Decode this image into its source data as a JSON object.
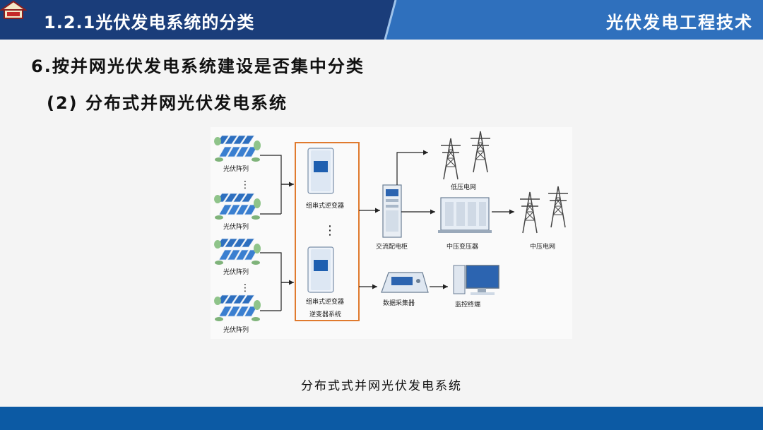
{
  "header": {
    "section_title": "1.2.1光伏发电系统的分类",
    "course_title": "光伏发电工程技术",
    "colors": {
      "dark_band": "#1a3d7a",
      "light_band": "#2f70bd"
    }
  },
  "content": {
    "heading": "6.按并网光伏发电系统建设是否集中分类",
    "subheading": "(2) 分布式并网光伏发电系统"
  },
  "diagram": {
    "pv_array_labels": [
      "光伏阵列",
      "光伏阵列",
      "光伏阵列",
      "光伏阵列"
    ],
    "inverter_labels": [
      "组串式逆变器",
      "组串式逆变器"
    ],
    "inverter_system_label": "逆变器系统",
    "ac_cabinet_label": "交流配电柜",
    "low_voltage_grid_label": "低压电网",
    "mv_transformer_label": "中压变压器",
    "mv_grid_label": "中压电网",
    "data_collector_label": "数据采集器",
    "monitor_terminal_label": "监控终端",
    "ellipsis": "⋮"
  },
  "caption": "分布式式并网光伏发电系统",
  "footer": {
    "color": "#0c5aa4"
  }
}
